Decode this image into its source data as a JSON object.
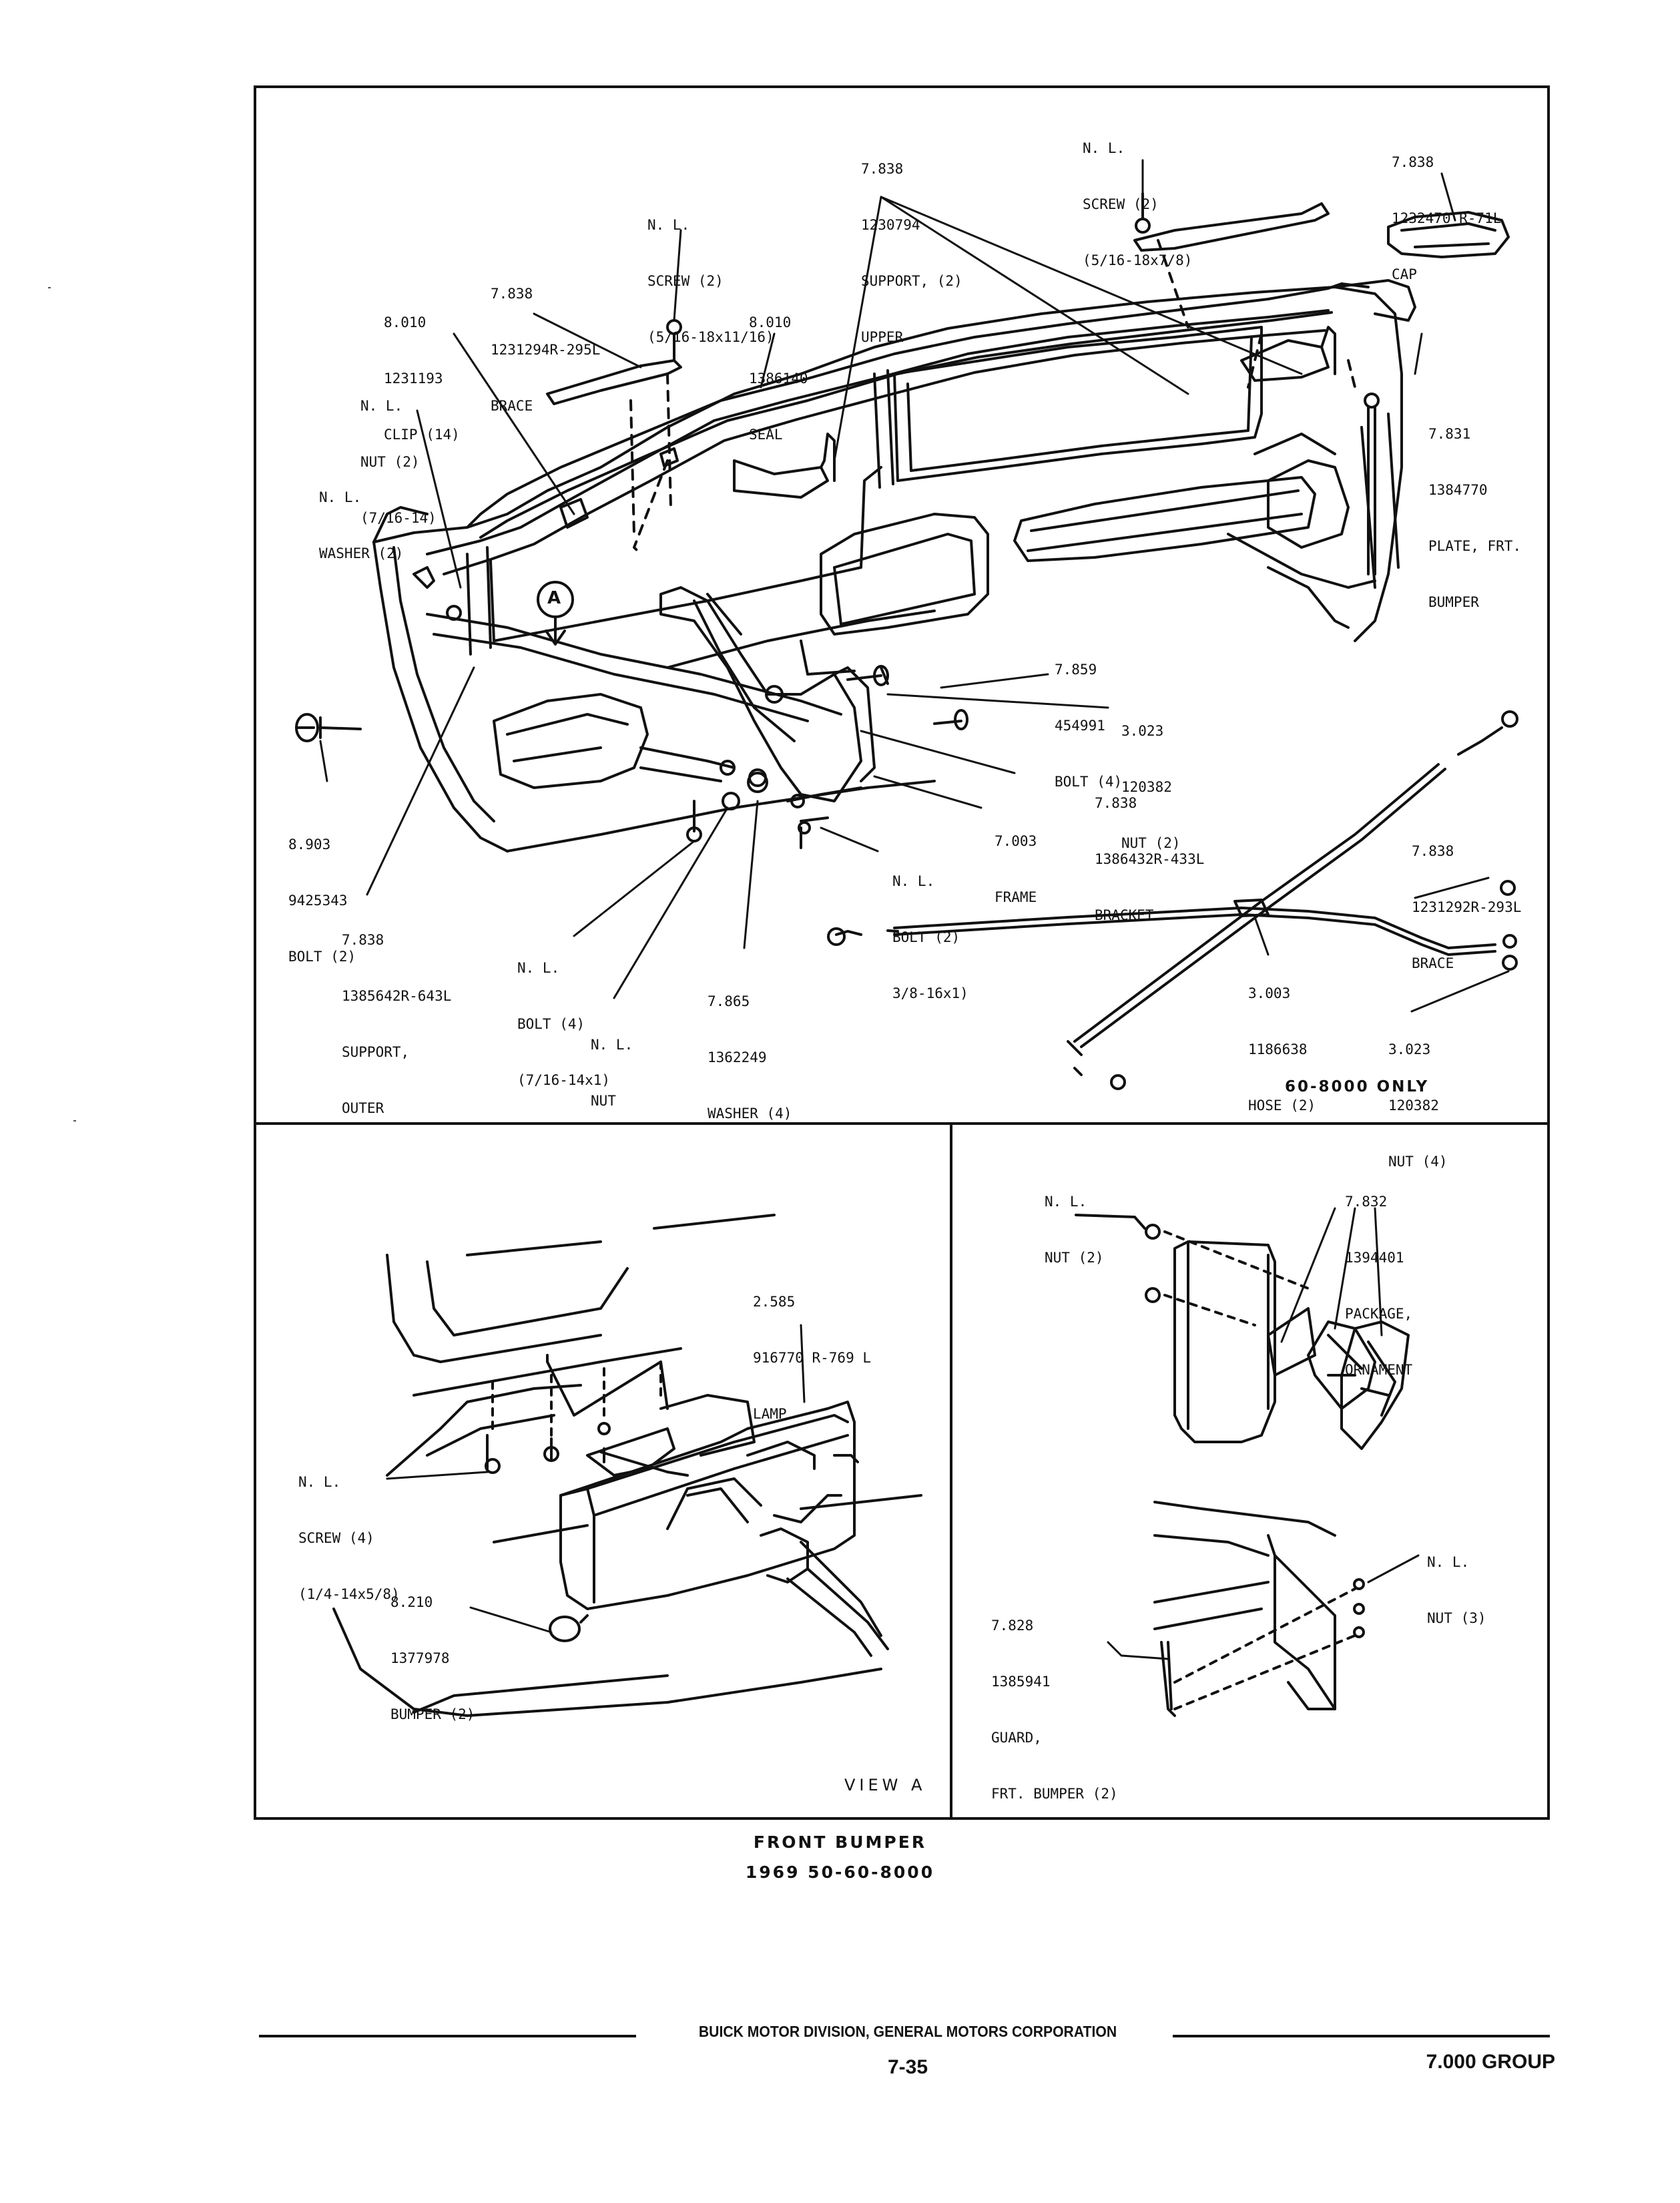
{
  "caption": {
    "title": "FRONT BUMPER",
    "subtitle": "1969 50-60-8000"
  },
  "footer": {
    "division": "BUICK MOTOR DIVISION, GENERAL MOTORS CORPORATION",
    "page": "7-35",
    "group": "7.000 GROUP"
  },
  "panels": {
    "main": {
      "note": "60-8000 ONLY",
      "callouts": [
        [
          "7.838",
          "1230794",
          "SUPPORT, (2)",
          "UPPER"
        ],
        [
          "N. L.",
          "SCREW (2)",
          "(5/16-18x7/8)"
        ],
        [
          "7.838",
          "1232470 R-71L",
          "CAP"
        ],
        [
          "N. L.",
          "SCREW (2)",
          "(5/16-18x11/16)"
        ],
        [
          "7.838",
          "1231294R-295L",
          "BRACE"
        ],
        [
          "8.010",
          "1231193",
          "CLIP (14)"
        ],
        [
          "8.010",
          "1386140",
          "SEAL"
        ],
        [
          "N. L.",
          "NUT (2)",
          "(7/16-14)"
        ],
        [
          "N. L.",
          "WASHER (2)"
        ],
        [
          "7.831",
          "1384770",
          "PLATE, FRT.",
          "BUMPER"
        ],
        [
          "7.859",
          "454991",
          "BOLT (4)"
        ],
        [
          "3.023",
          "120382",
          "NUT (2)"
        ],
        [
          "7.838",
          "1386432R-433L",
          "BRACKET"
        ],
        [
          "7.003",
          "FRAME"
        ],
        [
          "8.903",
          "9425343",
          "BOLT (2)"
        ],
        [
          "N. L.",
          "BOLT (2)",
          "3/8-16x1)"
        ],
        [
          "7.838",
          "1231292R-293L",
          "BRACE"
        ],
        [
          "7.838",
          "1385642R-643L",
          "SUPPORT,",
          "OUTER"
        ],
        [
          "N. L.",
          "BOLT (4)",
          "(7/16-14x1)"
        ],
        [
          "7.865",
          "1362249",
          "WASHER (4)"
        ],
        [
          "N. L.",
          "NUT"
        ],
        [
          "3.003",
          "1186638",
          "HOSE (2)"
        ],
        [
          "3.023",
          "120382",
          "NUT (4)"
        ]
      ],
      "view_marker": "A"
    },
    "view_a": {
      "title": "VIEW A",
      "callouts": [
        [
          "2.585",
          "916770 R-769 L",
          "LAMP"
        ],
        [
          "N. L.",
          "SCREW (4)",
          "(1/4-14x5/8)"
        ],
        [
          "8.210",
          "1377978",
          "BUMPER (2)"
        ]
      ]
    },
    "ornament": {
      "callouts": [
        [
          "N. L.",
          "NUT (2)"
        ],
        [
          "7.832",
          "1394401",
          "PACKAGE,",
          "ORNAMENT"
        ],
        [
          "N. L.",
          "NUT (3)"
        ],
        [
          "7.828",
          "1385941",
          "GUARD,",
          "FRT. BUMPER (2)"
        ]
      ]
    }
  }
}
